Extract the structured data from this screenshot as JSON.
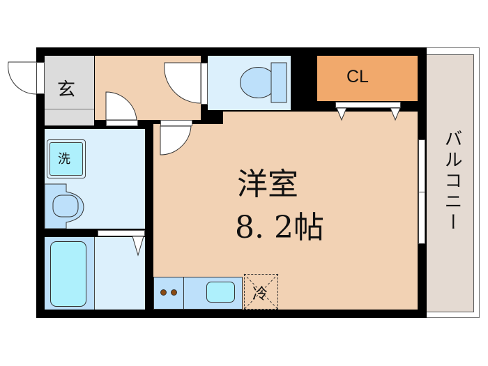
{
  "rooms": {
    "genkan": {
      "label": "玄",
      "color": "#dcdcdc"
    },
    "hall": {
      "color": "#f2d2b4"
    },
    "toilet": {
      "color": "#dcf0fc"
    },
    "closet": {
      "label": "CL",
      "color": "#f1a96c"
    },
    "western": {
      "label_line1": "洋室",
      "label_line2": "8. 2帖",
      "color": "#f2d2b4"
    },
    "washroom": {
      "label": "洗",
      "color": "#dcf0fc"
    },
    "bath": {
      "color": "#dcf0fc"
    },
    "kitchen": {
      "fridge_label": "冷",
      "color": "#bde0fa"
    },
    "balcony": {
      "label": "バルコニー",
      "color": "#e4dad2"
    }
  },
  "colors": {
    "wall": "#000000",
    "fixture_blue": "#bde0fa",
    "fixture_cyan": "#aef0fc",
    "stove_burner": "#8a4a12"
  }
}
